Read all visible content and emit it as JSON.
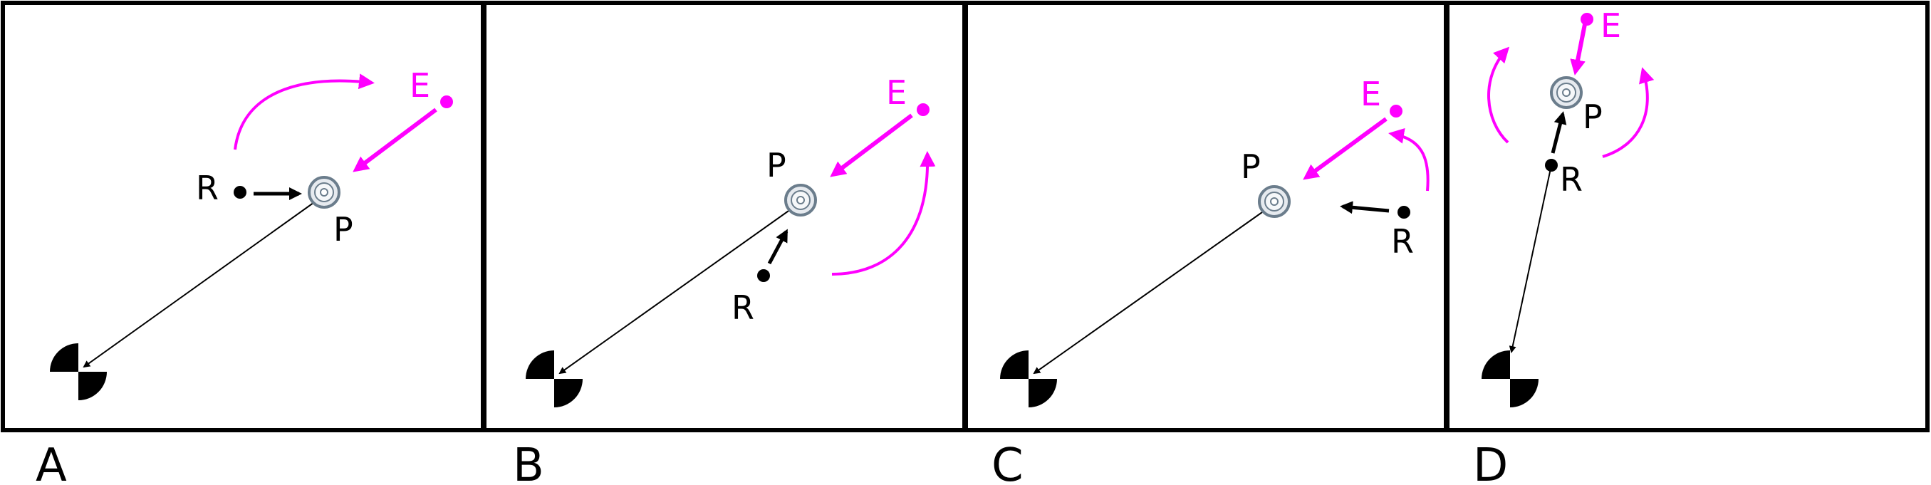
{
  "colors": {
    "magenta": "#ff00ff",
    "black": "#000000",
    "pivot_ring": "#6b7d8c",
    "pivot_fill": "#e6eaef"
  },
  "labels": {
    "E": "E",
    "P": "P",
    "R": "R"
  },
  "panels": [
    {
      "id": "A",
      "letter": "A"
    },
    {
      "id": "B",
      "letter": "B"
    },
    {
      "id": "C",
      "letter": "C"
    },
    {
      "id": "D",
      "letter": "D"
    }
  ],
  "icons": {
    "pivot": "pivot-ring-icon",
    "target": "checkered-target-icon"
  }
}
